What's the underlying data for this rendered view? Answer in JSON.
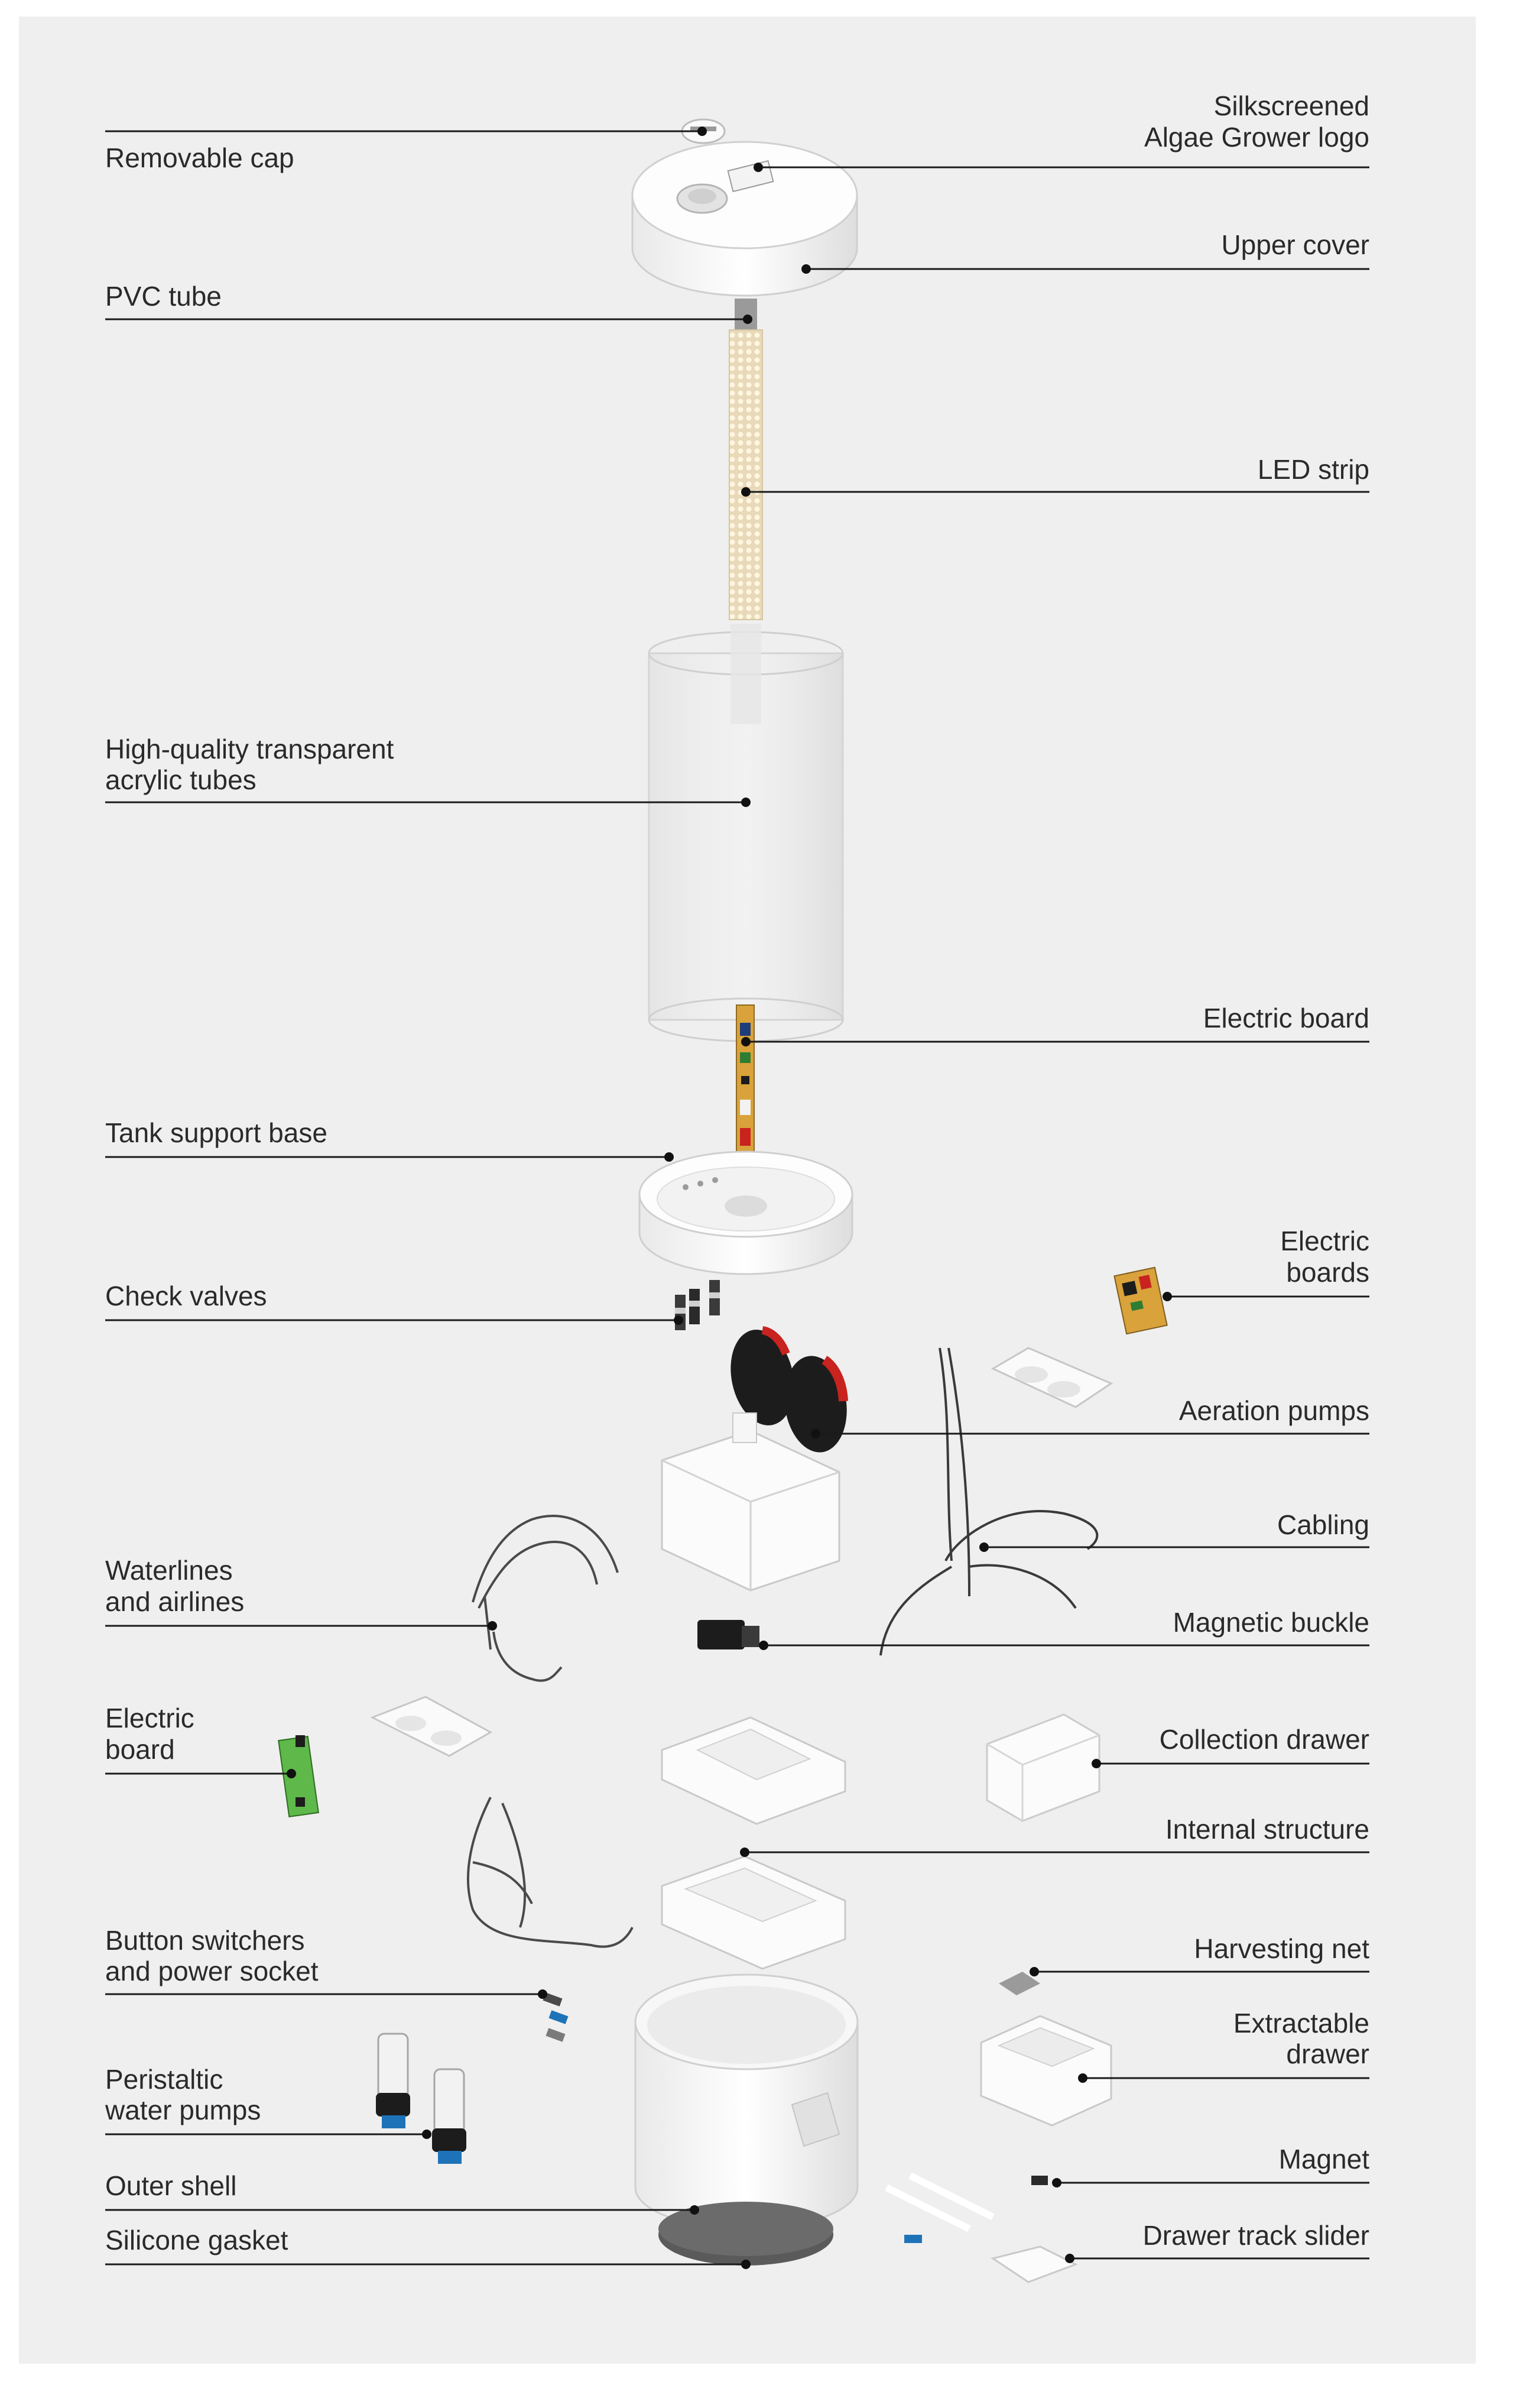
{
  "colors": {
    "page": "#ffffff",
    "panel": "#efefef",
    "leader": "#1a1a1a",
    "label": "#2a2a2a",
    "part_white": "#fbfbfb",
    "part_edge": "#c9c9c9",
    "led": "#f3e6c9",
    "board_green": "#5fb84a",
    "board_yellow": "#d9a23a",
    "pump_red": "#c8231f",
    "pump_black": "#1c1c1c",
    "pump_blue": "#1e73b8",
    "gasket": "#5a5a5a"
  },
  "labels": {
    "removable_cap": "Removable cap",
    "logo": [
      "Silkscreened",
      "Algae Grower logo"
    ],
    "upper_cover": "Upper cover",
    "pvc_tube": "PVC tube",
    "led_strip": "LED strip",
    "acrylic": [
      "High-quality transparent",
      "acrylic tubes"
    ],
    "electric_board_top": "Electric board",
    "tank_base": "Tank support base",
    "electric_boards": [
      "Electric",
      "boards"
    ],
    "check_valves": "Check valves",
    "aeration_pumps": "Aeration pumps",
    "cabling": "Cabling",
    "waterlines": [
      "Waterlines",
      "and airlines"
    ],
    "magnetic_buckle": "Magnetic buckle",
    "electric_board_left": [
      "Electric",
      "board"
    ],
    "collection_drawer": "Collection drawer",
    "internal_structure": "Internal structure",
    "button_switchers": [
      "Button switchers",
      "and power socket"
    ],
    "harvesting_net": "Harvesting net",
    "extractable_drawer": [
      "Extractable",
      "drawer"
    ],
    "peristaltic": [
      "Peristaltic",
      "water pumps"
    ],
    "magnet": "Magnet",
    "outer_shell": "Outer shell",
    "drawer_track": "Drawer track slider",
    "silicone_gasket": "Silicone gasket"
  }
}
